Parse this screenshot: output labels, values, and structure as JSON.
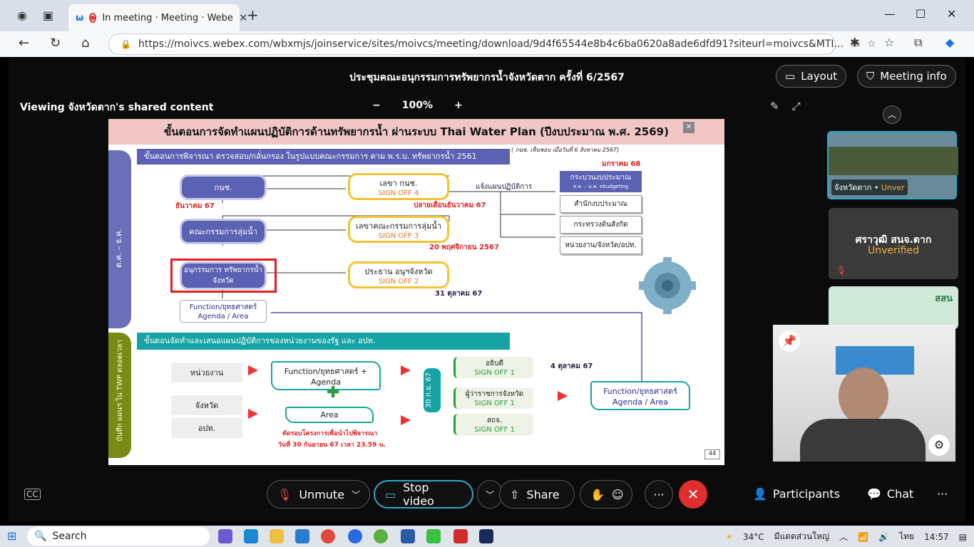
{
  "browser": {
    "tab_title": "In meeting · Meeting · Webe",
    "tab_close": "✕",
    "new_tab": "+",
    "url": "https://moivcs.webex.com/wbxmjs/joinservice/sites/moivcs/meeting/download/9d4f65544e8b4c6ba0620a8ade6dfd91?siteurl=moivcs&MTI..."
  },
  "meeting": {
    "title": "ประชุมคณะอนุกรรมการทรัพยากรน้ำจังหวัดตาก ครั้งที่ 6/2567",
    "layout_label": "Layout",
    "meeting_info_label": "Meeting info",
    "viewing": "Viewing จังหวัดตาก's shared content",
    "zoom_minus": "−",
    "zoom_value": "100%",
    "zoom_plus": "+"
  },
  "slide": {
    "title": "ขั้นตอนการจัดทำแผนปฏิบัติการด้านทรัพยากรน้ำ ผ่านระบบ Thai Water Plan (ปีงบประมาณ พ.ศ. 2569)",
    "date_note": "( กนช. เห็นชอบ เมื่อวันที่ 6 สิงหาคม 2567)",
    "bar1": "ขั้นตอนการพิจารณา ตรวจสอบ/กลั่นกรอง ในรูปแบบคณะกรรมการ ตาม พ.ร.บ. ทรัพยากรน้ำ 2561",
    "left1": "ต.ค. – ธ.ค.",
    "node_knch": "กนช.",
    "node_basin": "คณะกรรมการลุ่มน้ำ",
    "node_sub": "อนุกรรมการ ทรัพยากรน้ำจังหวัด",
    "node_func": "Function/ยุทธศาสตร์ Agenda / Area",
    "sec4": "เลขา กนช.",
    "so4": "SIGN OFF 4",
    "sec3": "เลขาคณะกรรมการลุ่มน้ำ",
    "so3": "SIGN OFF 3",
    "sec2": "ประธาน อนุฯจังหวัด",
    "so2": "SIGN OFF 2",
    "d_dec": "ธันวาคม 67",
    "d_enddec": "ปลายเดือนธันวาคม 67",
    "d_nov": "20 พฤศจิกายน 2567",
    "d_oct31": "31 ตุลาคม 67",
    "d_jan": "มกราคม 68",
    "notify": "แจ้งแผนปฏิบัติการ",
    "budget_head": "กระบวนงบประมาณ",
    "budget_sub": "ส.ค. – ม.ค. ebudgeting",
    "b1": "สำนักงบประมาณ",
    "b2": "กระทรวงต้นสังกัด",
    "b3": "หน่วยงาน/จังหวัด/อปท.",
    "bar2": "ขั้นตอนจัดทำและเสนอแผนปฏิบัติการของหน่วยงานของรัฐ และ อปท.",
    "left2": "บันทึก แผนฯ ใน TWP ตลอดเวลา",
    "g_agency": "หน่วยงาน",
    "g_prov": "จังหวัด",
    "g_local": "อปท.",
    "func_agenda": "Function/ยุทธศาสตร์ + Agenda",
    "area": "Area",
    "cutoff": "ตัดรอบโครงการเพื่อนำไปพิจารณา",
    "cutoff_date": "วันที่ 30 กันยายน 67 เวลา 23.59 น.",
    "sep30": "30 ก.ย. 67",
    "dg": "อธิบดี",
    "gov": "ผู้ว่าราชการจังหวัด",
    "onwr": "สถจ.",
    "so1": "SIGN OFF 1",
    "d_oct4": "4 ตุลาคม 67",
    "final_box": "Function/ยุทธศาสตร์ Agenda / Area",
    "page": "44"
  },
  "participants": {
    "p1_name": "จังหวัดตาก",
    "p1_status": "Unver",
    "p2_name": "ศราวุฒิ สนจ.ตาก",
    "p2_status": "Unverified",
    "p3_logo": "สสน"
  },
  "controls": {
    "unmute": "Unmute",
    "stop_video": "Stop video",
    "share": "Share",
    "participants": "Participants",
    "chat": "Chat",
    "more": "···",
    "end": "✕"
  },
  "taskbar": {
    "search": "Search",
    "temp": "34°C",
    "weather": "มีแดดส่วนใหญ่",
    "lang": "ไทย",
    "time": "14:57"
  }
}
